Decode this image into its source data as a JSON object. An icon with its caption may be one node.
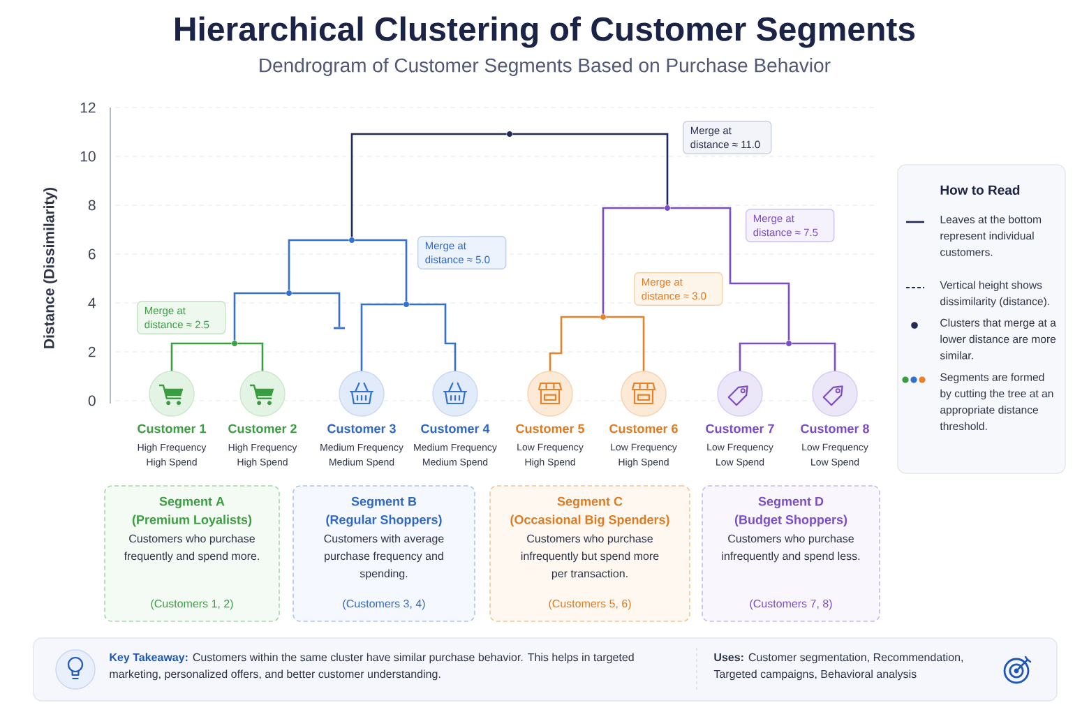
{
  "diagram": {
    "title": "Hierarchical Clustering of Customer Segments",
    "nodes": [
      {
        "text": [
          "Merge at distance ≈ 11.0"
        ]
      },
      {
        "text": [
          "Merge at distance ≈ 7.5"
        ]
      },
      {
        "text": [
          "Merge at distance ≈ 5.0"
        ]
      },
      {
        "text": [
          "Merge at distance ≈ 3.0"
        ]
      },
      {
        "text": [
          "Merge at distance ≈ 2.5"
        ]
      },
      {
        "text": [],
        "shape": "circle"
      },
      {
        "text": [],
        "shape": "circle"
      },
      {
        "text": [],
        "shape": "circle"
      },
      {
        "text": [],
        "shape": "circle"
      },
      {
        "text": [],
        "shape": "circle"
      },
      {
        "text": [],
        "shape": "circle"
      },
      {
        "text": [],
        "shape": "circle"
      },
      {
        "text": [],
        "shape": "circle"
      },
      {
        "text": [],
        "shape": "bar"
      },
      {
        "text": [
          "Customer 1",
          "High Frequency",
          "High Spend"
        ]
      },
      {
        "text": [
          "Customer 2",
          "High Frequency",
          "High Spend"
        ]
      },
      {
        "text": [
          "Customer 3",
          "Medium Frequency",
          "Medium Spend"
        ]
      },
      {
        "text": [
          "Customer 4",
          "Medium Frequency",
          "Medium Spend"
        ]
      },
      {
        "text": [
          "Customer 5",
          "Low Frequency",
          "High Spend"
        ]
      },
      {
        "text": [
          "Customer 6",
          "Low Frequency",
          "High Spend"
        ]
      },
      {
        "text": [
          "Customer 7",
          "Low Frequency",
          "Low Spend"
        ]
      },
      {
        "text": [
          "Customer 8",
          "Low Frequency",
          "Low Spend"
        ]
      },
      {
        "text": [
          "Segment A",
          "(Premium Loyalists)",
          "Customers who purchase frequently and spend more.",
          "(Customers 1, 2)"
        ]
      },
      {
        "text": [
          "Segment B",
          "(Regular Shoppers)",
          "Customers with average purchase frequency and spending.",
          "(Customers 3, 4)"
        ]
      },
      {
        "text": [
          "Segment C",
          "(Occasional Big Spenders)",
          "Customers who purchase infrequently but spend more per transaction.",
          "(Customers 5, 6)"
        ]
      },
      {
        "text": [
          "Segment D",
          "(Budget Shoppers)",
          "Customers who purchase infrequently and spend less.",
          "(Customers 7, 8)"
        ]
      },
      {
        "text": [
          "**Key Takeaway:** Customers within the same cluster have similar purchase behavior. This helps in targeted marketing, personalized offers, and better customer understanding.",
          "**Uses:** Customer segmentation, Recommendation, Targeted campaigns, Behavioral analysis"
        ]
      }
    ],
    "edges": [
      {
        "from": 14,
        "to": 5,
        "arrow": "none",
        "color": "#3a9e40"
      },
      {
        "from": 15,
        "to": 5,
        "arrow": "none",
        "color": "#3a9e40"
      },
      {
        "from": 5,
        "to": 6,
        "arrow": "none"
      },
      {
        "from": 13,
        "to": 6,
        "arrow": "none"
      },
      {
        "from": 16,
        "to": 7,
        "arrow": "none"
      },
      {
        "from": 17,
        "to": 7,
        "arrow": "none"
      },
      {
        "from": 6,
        "to": 8,
        "arrow": "none"
      },
      {
        "from": 7,
        "to": 8,
        "arrow": "none"
      },
      {
        "from": 8,
        "to": 12,
        "arrow": "none",
        "color": "#1f2a56"
      },
      {
        "from": 18,
        "to": 9,
        "arrow": "none",
        "color": "#e8822a"
      },
      {
        "from": 19,
        "to": 9,
        "arrow": "none",
        "color": "#e8822a"
      },
      {
        "from": 9,
        "to": 11,
        "arrow": "none",
        "color": "#7b4cc7"
      },
      {
        "from": 20,
        "to": 10,
        "arrow": "none",
        "color": "#7b4cc7"
      },
      {
        "from": 21,
        "to": 10,
        "arrow": "none",
        "color": "#7b4cc7"
      },
      {
        "from": 10,
        "to": 11,
        "arrow": "none",
        "color": "#7b4cc7"
      },
      {
        "from": 11,
        "to": 12,
        "arrow": "none",
        "color": "#1f2a56"
      }
    ],
    "labels": [
      "Dendrogram of Customer Segments Based on Purchase Behavior",
      "12",
      "10",
      "8",
      "6",
      "4",
      "2",
      "0",
      "Distance (Dissimilarity)",
      "How to Read"
    ],
    "legend": [
      {
        "text": "Leaves at the bottom represent individual customers."
      },
      {
        "text": "Vertical height shows dissimilarity (distance)."
      },
      {
        "text": "Clusters that merge at a lower distance are more similar.",
        "color": "#1f2a56"
      },
      {
        "text": "Segments are formed by cutting the tree at an appropriate distance threshold."
      }
    ]
  }
}
